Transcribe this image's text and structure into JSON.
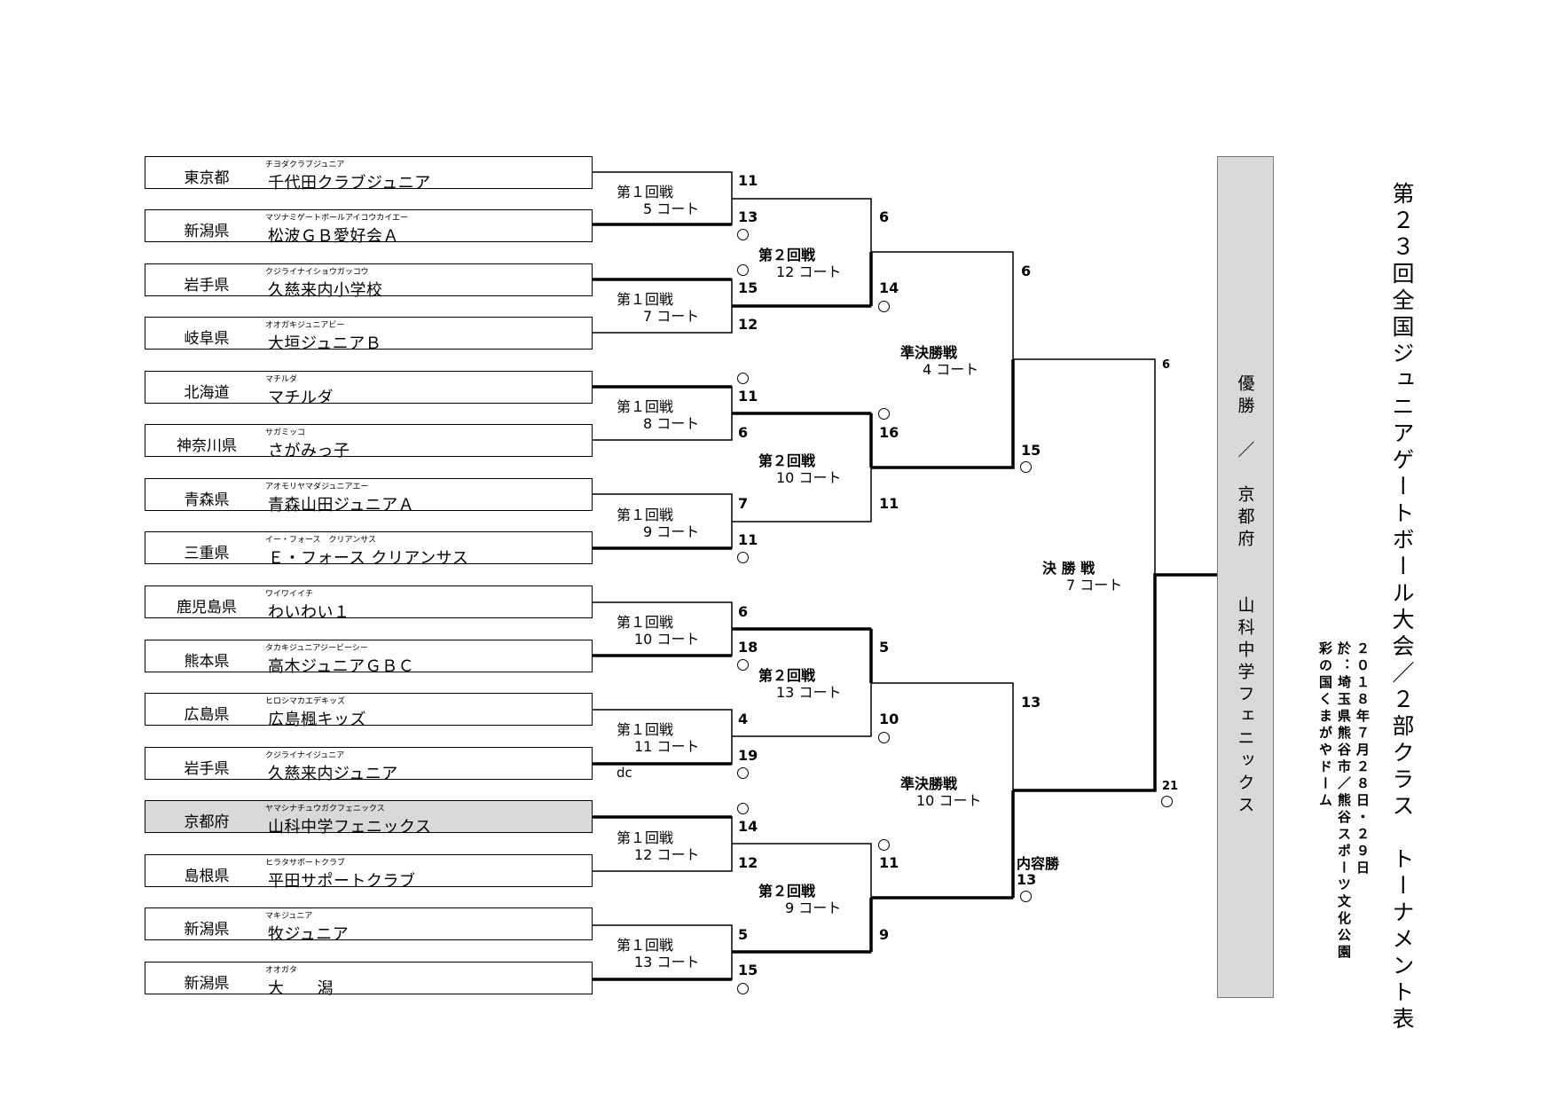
{
  "title": "第２３回全国ジュニアゲートボール大会／２部クラス　トーナメント表",
  "info": {
    "date": "２０１８年７月２８日・２９日",
    "venue": "於：埼玉県熊谷市／熊谷スポーツ文化公園",
    "place": "彩の国くまがやドーム"
  },
  "winner": {
    "label": "優勝",
    "slash": "／",
    "pref": "京都府",
    "team": "山科中学フェニックス"
  },
  "teams": [
    {
      "pref": "東京都",
      "kana": "チヨダクラブジュニア",
      "name": "千代田クラブジュニア"
    },
    {
      "pref": "新潟県",
      "kana": "マツナミゲートボールアイコウカイエー",
      "name": "松波ＧＢ愛好会Ａ"
    },
    {
      "pref": "岩手県",
      "kana": "クジライナイショウガッコウ",
      "name": "久慈来内小学校"
    },
    {
      "pref": "岐阜県",
      "kana": "オオガキジュニアビー",
      "name": "大垣ジュニアＢ"
    },
    {
      "pref": "北海道",
      "kana": "マチルダ",
      "name": "マチルダ"
    },
    {
      "pref": "神奈川県",
      "kana": "サガミッコ",
      "name": "さがみっ子"
    },
    {
      "pref": "青森県",
      "kana": "アオモリヤマダジュニアエー",
      "name": "青森山田ジュニアＡ"
    },
    {
      "pref": "三重県",
      "kana": "イー・フォース　クリアンサス",
      "name": "Ｅ・フォース クリアンサス"
    },
    {
      "pref": "鹿児島県",
      "kana": "ワイワイイチ",
      "name": "わいわい１"
    },
    {
      "pref": "熊本県",
      "kana": "タカキジュニアジービーシー",
      "name": "高木ジュニアＧＢＣ"
    },
    {
      "pref": "広島県",
      "kana": "ヒロシマカエデキッズ",
      "name": "広島楓キッズ"
    },
    {
      "pref": "岩手県",
      "kana": "クジライナイジュニア",
      "name": "久慈来内ジュニア"
    },
    {
      "pref": "京都府",
      "kana": "ヤマシナチュウガクフェニックス",
      "name": "山科中学フェニックス"
    },
    {
      "pref": "島根県",
      "kana": "ヒラタサポートクラブ",
      "name": "平田サポートクラブ"
    },
    {
      "pref": "新潟県",
      "kana": "マキジュニア",
      "name": "牧ジュニア"
    },
    {
      "pref": "新潟県",
      "kana": "オオガタ",
      "name": "大　　潟"
    }
  ],
  "rounds": {
    "r1": [
      {
        "label": "第１回戦",
        "court": "5 コート",
        "scores": [
          "11",
          "13"
        ]
      },
      {
        "label": "第１回戦",
        "court": "7 コート",
        "scores": [
          "15",
          "12"
        ]
      },
      {
        "label": "第１回戦",
        "court": "8 コート",
        "scores": [
          "11",
          "6"
        ]
      },
      {
        "label": "第１回戦",
        "court": "9 コート",
        "scores": [
          "7",
          "11"
        ]
      },
      {
        "label": "第１回戦",
        "court": "10 コート",
        "scores": [
          "6",
          "18"
        ]
      },
      {
        "label": "第１回戦",
        "court": "11 コート",
        "scores": [
          "4",
          "19"
        ],
        "note": "dc"
      },
      {
        "label": "第１回戦",
        "court": "12 コート",
        "scores": [
          "14",
          "12"
        ]
      },
      {
        "label": "第１回戦",
        "court": "13 コート",
        "scores": [
          "5",
          "15"
        ]
      }
    ],
    "r2": [
      {
        "label": "第２回戦",
        "court": "12 コート",
        "scores": [
          "6",
          "14"
        ]
      },
      {
        "label": "第２回戦",
        "court": "10 コート",
        "scores": [
          "16",
          "11"
        ]
      },
      {
        "label": "第２回戦",
        "court": "13 コート",
        "scores": [
          "5",
          "10"
        ]
      },
      {
        "label": "第２回戦",
        "court": "9 コート",
        "scores": [
          "11",
          "9"
        ]
      }
    ],
    "sf": [
      {
        "label": "準決勝戦",
        "court": "4 コート",
        "scores": [
          "6",
          "15"
        ]
      },
      {
        "label": "準決勝戦",
        "court": "10 コート",
        "scores": [
          "13",
          "13"
        ],
        "note": "内容勝"
      }
    ],
    "final": {
      "label": "決 勝 戦",
      "court": "7 コート",
      "scores": [
        "6",
        "21"
      ]
    }
  }
}
